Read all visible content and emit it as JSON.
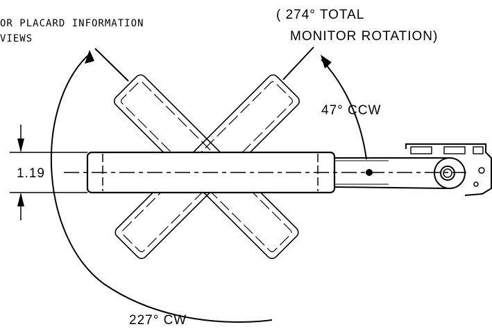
{
  "note": {
    "line1": "OR PLACARD INFORMATION",
    "line2": "VIEWS"
  },
  "total_rotation": {
    "line1": "( 274° TOTAL",
    "line2": "MONITOR ROTATION)"
  },
  "angle_ccw": "47° CCW",
  "angle_cw": "227° CW",
  "dimension": "1.19"
}
